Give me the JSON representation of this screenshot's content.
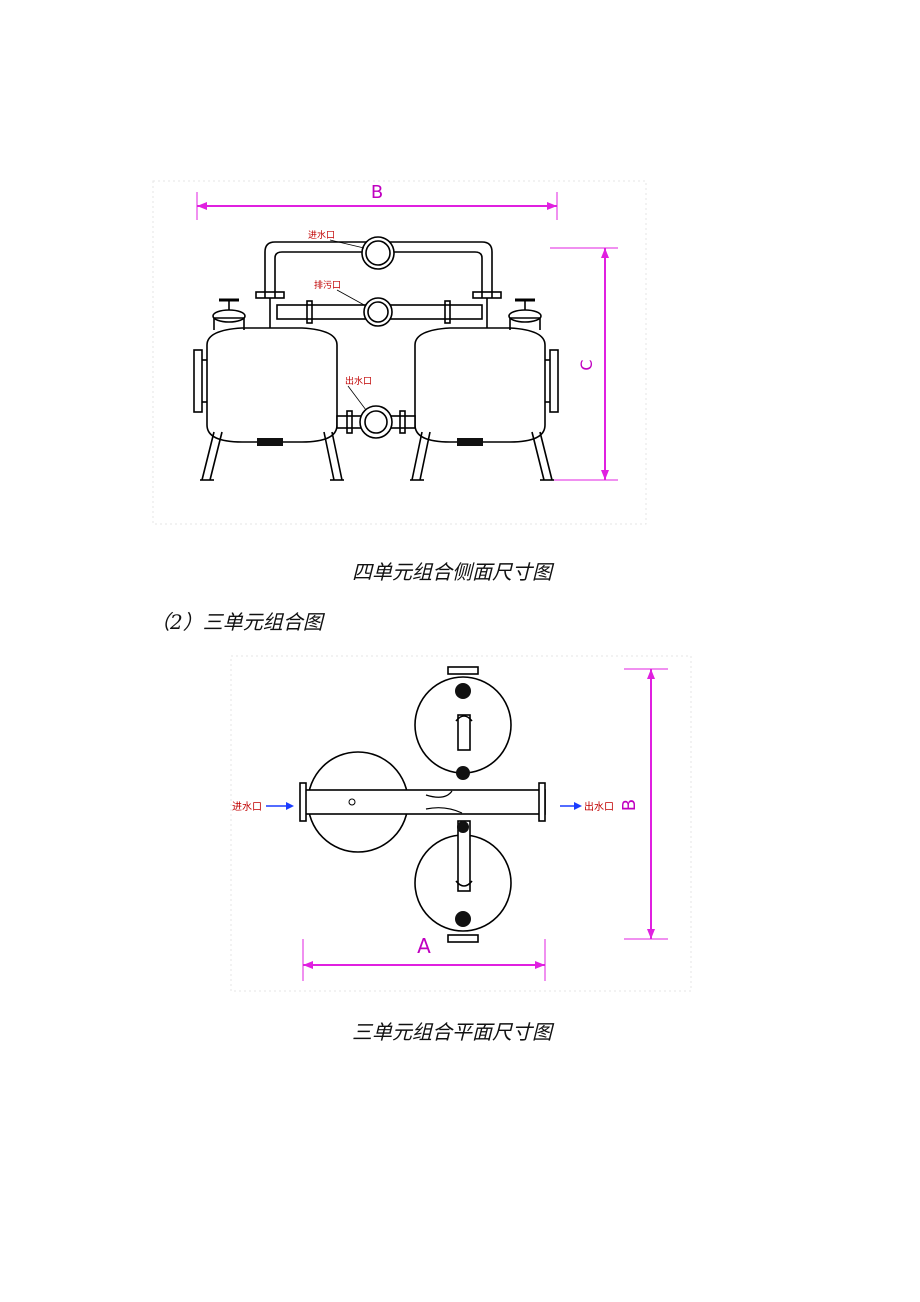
{
  "figure1": {
    "dim_width": "B",
    "dim_height": "C",
    "labels": {
      "inlet": "进水口",
      "drain": "排污口",
      "outlet": "出水口"
    },
    "caption": "四单元组合侧面尺寸图"
  },
  "section_heading": "（2）三单元组合图",
  "figure2": {
    "dim_width": "A",
    "dim_height": "B",
    "labels": {
      "inlet": "进水口",
      "outlet": "出水口"
    },
    "caption": "三单元组合平面尺寸图"
  },
  "colors": {
    "dimension": "#e020e0",
    "label": "#c00000",
    "arrow": "#1a3cff",
    "line": "#000000"
  }
}
